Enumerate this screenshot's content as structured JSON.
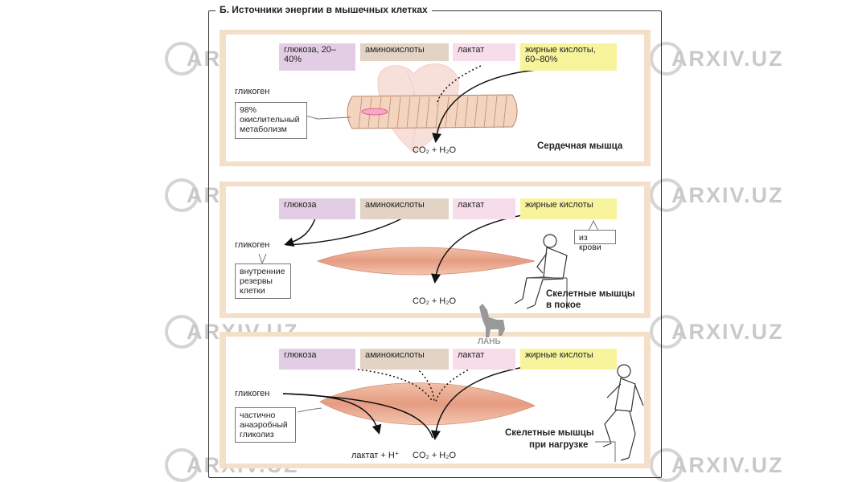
{
  "title": "Б. Источники энергии в мышечных клетках",
  "watermark": "ARXIV.UZ",
  "publisher_logo": "ЛАНЬ",
  "panels": [
    {
      "sources": {
        "glucose": "глюкоза, 20–40%",
        "amino": "аминокислоты",
        "lactate": "лактат",
        "fatty": "жирные кислоты, 60–80%"
      },
      "glycogen": "гликоген",
      "note": "98% окислительный метаболизм",
      "product": "CO₂ + H₂O",
      "caption": "Сердечная мышца"
    },
    {
      "sources": {
        "glucose": "глюкоза",
        "amino": "аминокислоты",
        "lactate": "лактат",
        "fatty": "жирные кислоты"
      },
      "glycogen": "гликоген",
      "note": "внутренние резервы клетки",
      "blood_note": "из крови",
      "product": "CO₂ + H₂O",
      "caption_line1": "Скелетные мышцы",
      "caption_line2": "в покое"
    },
    {
      "sources": {
        "glucose": "глюкоза",
        "amino": "аминокислоты",
        "lactate": "лактат",
        "fatty": "жирные кислоты"
      },
      "glycogen": "гликоген",
      "note": "частично анаэробный гликолиз",
      "product_lactate": "лактат + H⁺",
      "product": "CO₂ + H₂O",
      "caption_line1": "Скелетные мышцы",
      "caption_line2": "при нагрузке"
    }
  ],
  "colors": {
    "glucose_box": "#e3cde4",
    "amino_box": "#e2d3c5",
    "lactate_box": "#f7dcea",
    "fatty_box": "#f7f49c",
    "panel_border": "#f4dfc9",
    "muscle": "#e8a48a"
  }
}
